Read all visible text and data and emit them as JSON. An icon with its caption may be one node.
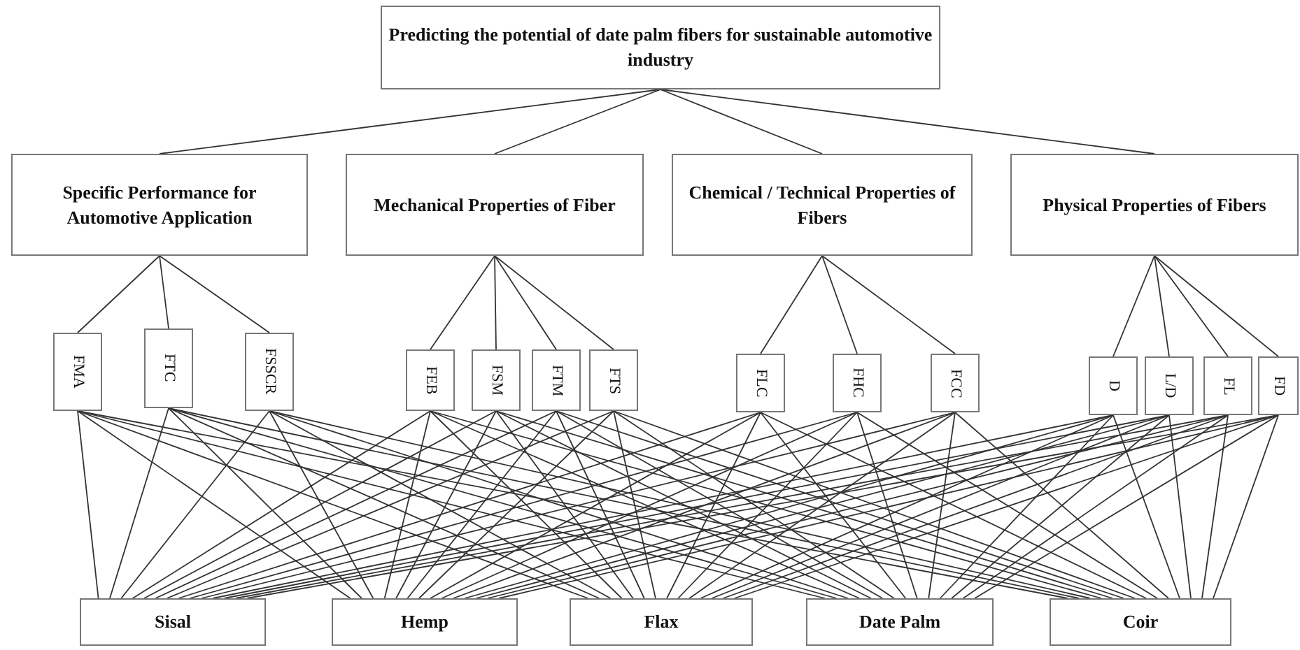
{
  "diagram": {
    "nodes": [
      {
        "text": [
          "Predicting the potential of date palm fibers for sustainable automotive industry"
        ]
      },
      {
        "text": [
          "Specific Performance for Automotive Application"
        ]
      },
      {
        "text": [
          "Mechanical Properties of Fiber"
        ]
      },
      {
        "text": [
          "Chemical / Technical Properties of Fibers"
        ]
      },
      {
        "text": [
          "Physical Properties of Fibers"
        ]
      },
      {
        "text": [
          "FMA"
        ]
      },
      {
        "text": [
          "FTC"
        ]
      },
      {
        "text": [
          "FSSCR"
        ]
      },
      {
        "text": [
          "FEB"
        ]
      },
      {
        "text": [
          "FSM"
        ]
      },
      {
        "text": [
          "FTM"
        ]
      },
      {
        "text": [
          "FTS"
        ]
      },
      {
        "text": [
          "FLC"
        ]
      },
      {
        "text": [
          "FHC"
        ]
      },
      {
        "text": [
          "FCC"
        ]
      },
      {
        "text": [
          "D"
        ]
      },
      {
        "text": [
          "L/D"
        ]
      },
      {
        "text": [
          "FL"
        ]
      },
      {
        "text": [
          "FD"
        ]
      },
      {
        "text": [
          "Sisal"
        ]
      },
      {
        "text": [
          "Hemp"
        ]
      },
      {
        "text": [
          "Flax"
        ]
      },
      {
        "text": [
          "Date Palm"
        ]
      },
      {
        "text": [
          "Coir"
        ]
      }
    ],
    "edges": [
      {
        "from": 0,
        "to": 1,
        "arrow": "none"
      },
      {
        "from": 0,
        "to": 2,
        "arrow": "none"
      },
      {
        "from": 0,
        "to": 3,
        "arrow": "none"
      },
      {
        "from": 0,
        "to": 4,
        "arrow": "none"
      },
      {
        "from": 1,
        "to": 5,
        "arrow": "none"
      },
      {
        "from": 1,
        "to": 6,
        "arrow": "none"
      },
      {
        "from": 1,
        "to": 7,
        "arrow": "none"
      },
      {
        "from": 2,
        "to": 8,
        "arrow": "none"
      },
      {
        "from": 2,
        "to": 9,
        "arrow": "none"
      },
      {
        "from": 2,
        "to": 10,
        "arrow": "none"
      },
      {
        "from": 2,
        "to": 11,
        "arrow": "none"
      },
      {
        "from": 3,
        "to": 12,
        "arrow": "none"
      },
      {
        "from": 3,
        "to": 13,
        "arrow": "none"
      },
      {
        "from": 3,
        "to": 14,
        "arrow": "none"
      },
      {
        "from": 4,
        "to": 15,
        "arrow": "none"
      },
      {
        "from": 4,
        "to": 16,
        "arrow": "none"
      },
      {
        "from": 4,
        "to": 17,
        "arrow": "none"
      },
      {
        "from": 4,
        "to": 18,
        "arrow": "none"
      },
      {
        "from": 5,
        "to": 19,
        "arrow": "none"
      },
      {
        "from": 5,
        "to": 20,
        "arrow": "none"
      },
      {
        "from": 5,
        "to": 21,
        "arrow": "none"
      },
      {
        "from": 5,
        "to": 22,
        "arrow": "none"
      },
      {
        "from": 5,
        "to": 23,
        "arrow": "none"
      },
      {
        "from": 6,
        "to": 19,
        "arrow": "none"
      },
      {
        "from": 6,
        "to": 20,
        "arrow": "none"
      },
      {
        "from": 6,
        "to": 21,
        "arrow": "none"
      },
      {
        "from": 6,
        "to": 22,
        "arrow": "none"
      },
      {
        "from": 6,
        "to": 23,
        "arrow": "none"
      },
      {
        "from": 7,
        "to": 19,
        "arrow": "none"
      },
      {
        "from": 7,
        "to": 20,
        "arrow": "none"
      },
      {
        "from": 7,
        "to": 21,
        "arrow": "none"
      },
      {
        "from": 7,
        "to": 22,
        "arrow": "none"
      },
      {
        "from": 7,
        "to": 23,
        "arrow": "none"
      },
      {
        "from": 8,
        "to": 19,
        "arrow": "none"
      },
      {
        "from": 8,
        "to": 20,
        "arrow": "none"
      },
      {
        "from": 8,
        "to": 21,
        "arrow": "none"
      },
      {
        "from": 8,
        "to": 22,
        "arrow": "none"
      },
      {
        "from": 8,
        "to": 23,
        "arrow": "none"
      },
      {
        "from": 9,
        "to": 19,
        "arrow": "none"
      },
      {
        "from": 9,
        "to": 20,
        "arrow": "none"
      },
      {
        "from": 9,
        "to": 21,
        "arrow": "none"
      },
      {
        "from": 9,
        "to": 22,
        "arrow": "none"
      },
      {
        "from": 9,
        "to": 23,
        "arrow": "none"
      },
      {
        "from": 10,
        "to": 19,
        "arrow": "none"
      },
      {
        "from": 10,
        "to": 20,
        "arrow": "none"
      },
      {
        "from": 10,
        "to": 21,
        "arrow": "none"
      },
      {
        "from": 10,
        "to": 22,
        "arrow": "none"
      },
      {
        "from": 10,
        "to": 23,
        "arrow": "none"
      },
      {
        "from": 11,
        "to": 19,
        "arrow": "none"
      },
      {
        "from": 11,
        "to": 20,
        "arrow": "none"
      },
      {
        "from": 11,
        "to": 21,
        "arrow": "none"
      },
      {
        "from": 11,
        "to": 22,
        "arrow": "none"
      },
      {
        "from": 11,
        "to": 23,
        "arrow": "none"
      },
      {
        "from": 12,
        "to": 19,
        "arrow": "none"
      },
      {
        "from": 12,
        "to": 20,
        "arrow": "none"
      },
      {
        "from": 12,
        "to": 21,
        "arrow": "none"
      },
      {
        "from": 12,
        "to": 22,
        "arrow": "none"
      },
      {
        "from": 12,
        "to": 23,
        "arrow": "none"
      },
      {
        "from": 13,
        "to": 19,
        "arrow": "none"
      },
      {
        "from": 13,
        "to": 20,
        "arrow": "none"
      },
      {
        "from": 13,
        "to": 21,
        "arrow": "none"
      },
      {
        "from": 13,
        "to": 22,
        "arrow": "none"
      },
      {
        "from": 13,
        "to": 23,
        "arrow": "none"
      },
      {
        "from": 14,
        "to": 19,
        "arrow": "none"
      },
      {
        "from": 14,
        "to": 20,
        "arrow": "none"
      },
      {
        "from": 14,
        "to": 21,
        "arrow": "none"
      },
      {
        "from": 14,
        "to": 22,
        "arrow": "none"
      },
      {
        "from": 14,
        "to": 23,
        "arrow": "none"
      },
      {
        "from": 15,
        "to": 19,
        "arrow": "none"
      },
      {
        "from": 15,
        "to": 20,
        "arrow": "none"
      },
      {
        "from": 15,
        "to": 21,
        "arrow": "none"
      },
      {
        "from": 15,
        "to": 22,
        "arrow": "none"
      },
      {
        "from": 15,
        "to": 23,
        "arrow": "none"
      },
      {
        "from": 16,
        "to": 19,
        "arrow": "none"
      },
      {
        "from": 16,
        "to": 20,
        "arrow": "none"
      },
      {
        "from": 16,
        "to": 21,
        "arrow": "none"
      },
      {
        "from": 16,
        "to": 22,
        "arrow": "none"
      },
      {
        "from": 16,
        "to": 23,
        "arrow": "none"
      },
      {
        "from": 17,
        "to": 19,
        "arrow": "none"
      },
      {
        "from": 17,
        "to": 20,
        "arrow": "none"
      },
      {
        "from": 17,
        "to": 21,
        "arrow": "none"
      },
      {
        "from": 17,
        "to": 22,
        "arrow": "none"
      },
      {
        "from": 17,
        "to": 23,
        "arrow": "none"
      },
      {
        "from": 18,
        "to": 19,
        "arrow": "none"
      },
      {
        "from": 18,
        "to": 20,
        "arrow": "none"
      },
      {
        "from": 18,
        "to": 21,
        "arrow": "none"
      },
      {
        "from": 18,
        "to": 22,
        "arrow": "none"
      },
      {
        "from": 18,
        "to": 23,
        "arrow": "none"
      }
    ]
  }
}
